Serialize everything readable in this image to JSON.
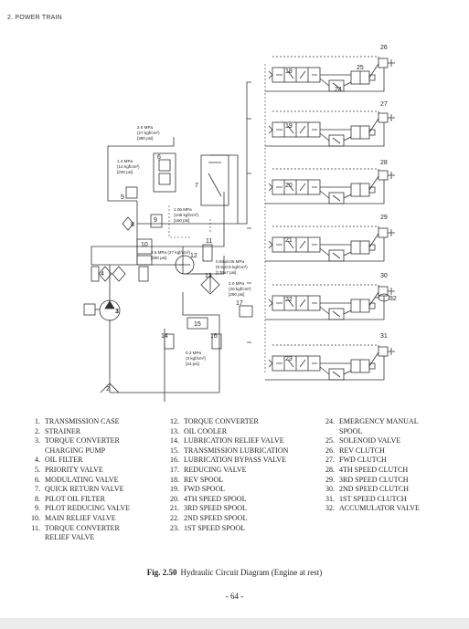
{
  "header": "2. POWER TRAIN",
  "diagram": {
    "pressure_labels": {
      "p1": [
        "2.6 MPa",
        "(27 kgf/cm²)",
        "[390 psi]"
      ],
      "p2": [
        "1.4 MPa",
        "(14 kgf/cm²)",
        "[200 psi]"
      ],
      "p3": [
        "1.06 MPa",
        "(108 kgf/cm²)",
        "[160 psi]"
      ],
      "p4": [
        "2.6 MPa (27 kgf/cm²)",
        "[390 psi]"
      ],
      "p5": [
        "0.93±0.05 MPa",
        "(9.5±0.5 kgf/cm²)",
        "[138±7 psi]"
      ],
      "p6": [
        "2.0 MPa",
        "(20 kgf/cm²)",
        "[290 psi]"
      ],
      "p7": [
        "0.3 MPa",
        "(3 kgf/cm²)",
        "[44 psi]"
      ]
    },
    "numbers": [
      "1",
      "2",
      "3",
      "4",
      "5",
      "6",
      "7",
      "8",
      "9",
      "10",
      "11",
      "12",
      "13",
      "14",
      "15",
      "16",
      "17",
      "18",
      "19",
      "20",
      "21",
      "22",
      "23",
      "24",
      "25",
      "26",
      "27",
      "28",
      "29",
      "30",
      "31",
      "32"
    ]
  },
  "legend": {
    "col1": [
      {
        "n": "1.",
        "t": "TRANSMISSION CASE"
      },
      {
        "n": "2.",
        "t": "STRAINER"
      },
      {
        "n": "3.",
        "t": "TORQUE CONVERTER"
      },
      {
        "n": "",
        "t": "CHARGING PUMP"
      },
      {
        "n": "4.",
        "t": "OIL FILTER"
      },
      {
        "n": "5.",
        "t": "PRIORITY VALVE"
      },
      {
        "n": "6.",
        "t": "MODULATING VALVE"
      },
      {
        "n": "7.",
        "t": "QUICK RETURN VALVE"
      },
      {
        "n": "8.",
        "t": "PILOT OIL FILTER"
      },
      {
        "n": "9.",
        "t": "PILOT REDUCING VALVE"
      },
      {
        "n": "10.",
        "t": "MAIN RELIEF VALVE"
      },
      {
        "n": "11.",
        "t": "TORQUE CONVERTER"
      },
      {
        "n": "",
        "t": "RELIEF VALVE"
      }
    ],
    "col2": [
      {
        "n": "12.",
        "t": "TORQUE CONVERTER"
      },
      {
        "n": "13.",
        "t": "OIL COOLER"
      },
      {
        "n": "14.",
        "t": "LUBRICATION RELIEF VALVE"
      },
      {
        "n": "15.",
        "t": "TRANSMISSION LUBRICATION"
      },
      {
        "n": "16.",
        "t": "LUBRICATION BYPASS VALVE"
      },
      {
        "n": "17.",
        "t": "REDUCING VALVE"
      },
      {
        "n": "18.",
        "t": "REV SPOOL"
      },
      {
        "n": "19.",
        "t": "FWD SPOOL"
      },
      {
        "n": "20.",
        "t": "4TH SPEED SPOOL"
      },
      {
        "n": "21.",
        "t": "3RD SPEED SPOOL"
      },
      {
        "n": "22.",
        "t": "2ND SPEED SPOOL"
      },
      {
        "n": "23.",
        "t": "1ST SPEED SPOOL"
      }
    ],
    "col3": [
      {
        "n": "24.",
        "t": "EMERGENCY MANUAL"
      },
      {
        "n": "",
        "t": "SPOOL"
      },
      {
        "n": "25.",
        "t": "SOLENOID VALVE"
      },
      {
        "n": "26.",
        "t": "REV CLUTCH"
      },
      {
        "n": "27.",
        "t": "FWD CLUTCH"
      },
      {
        "n": "28.",
        "t": "4TH SPEED CLUTCH"
      },
      {
        "n": "29.",
        "t": "3RD SPEED CLUTCH"
      },
      {
        "n": "30.",
        "t": "2ND SPEED CLUTCH"
      },
      {
        "n": "31.",
        "t": "1ST SPEED CLUTCH"
      },
      {
        "n": "32.",
        "t": "ACCUMULATOR VALVE"
      }
    ]
  },
  "caption": {
    "fig": "Fig. 2.50",
    "text": "Hydraulic Circuit Diagram (Engine at rest)"
  },
  "page_number": "- 64 -"
}
